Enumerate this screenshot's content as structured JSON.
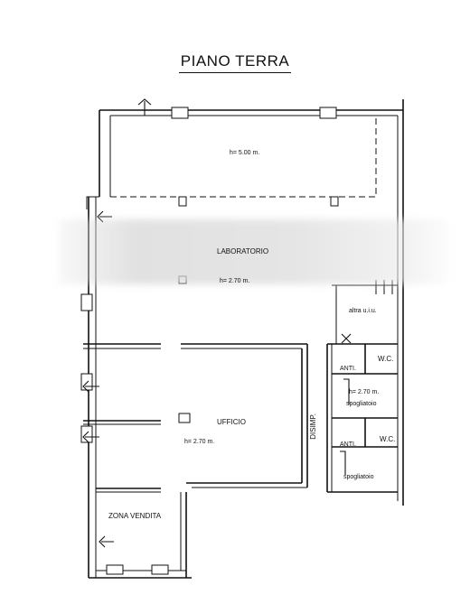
{
  "title": "PIANO TERRA",
  "rooms": {
    "height_top": "h= 5.00 m.",
    "laboratorio": "LABORATORIO",
    "height_lab": "h= 2.70 m.",
    "altra": "altra u.i.u.",
    "wc1": "W.C.",
    "anti1": "ANTI.",
    "height_spog": "h= 2.70 m.",
    "spogliatoio1": "spogliatoio",
    "ufficio": "UFFICIO",
    "height_uff": "h= 2.70 m.",
    "disimp": "DISIMP.",
    "wc2": "W.C.",
    "anti2": "ANTI.",
    "spogliatoio2": "spogliatoio",
    "zona_vendita": "ZONA VENDITA"
  }
}
